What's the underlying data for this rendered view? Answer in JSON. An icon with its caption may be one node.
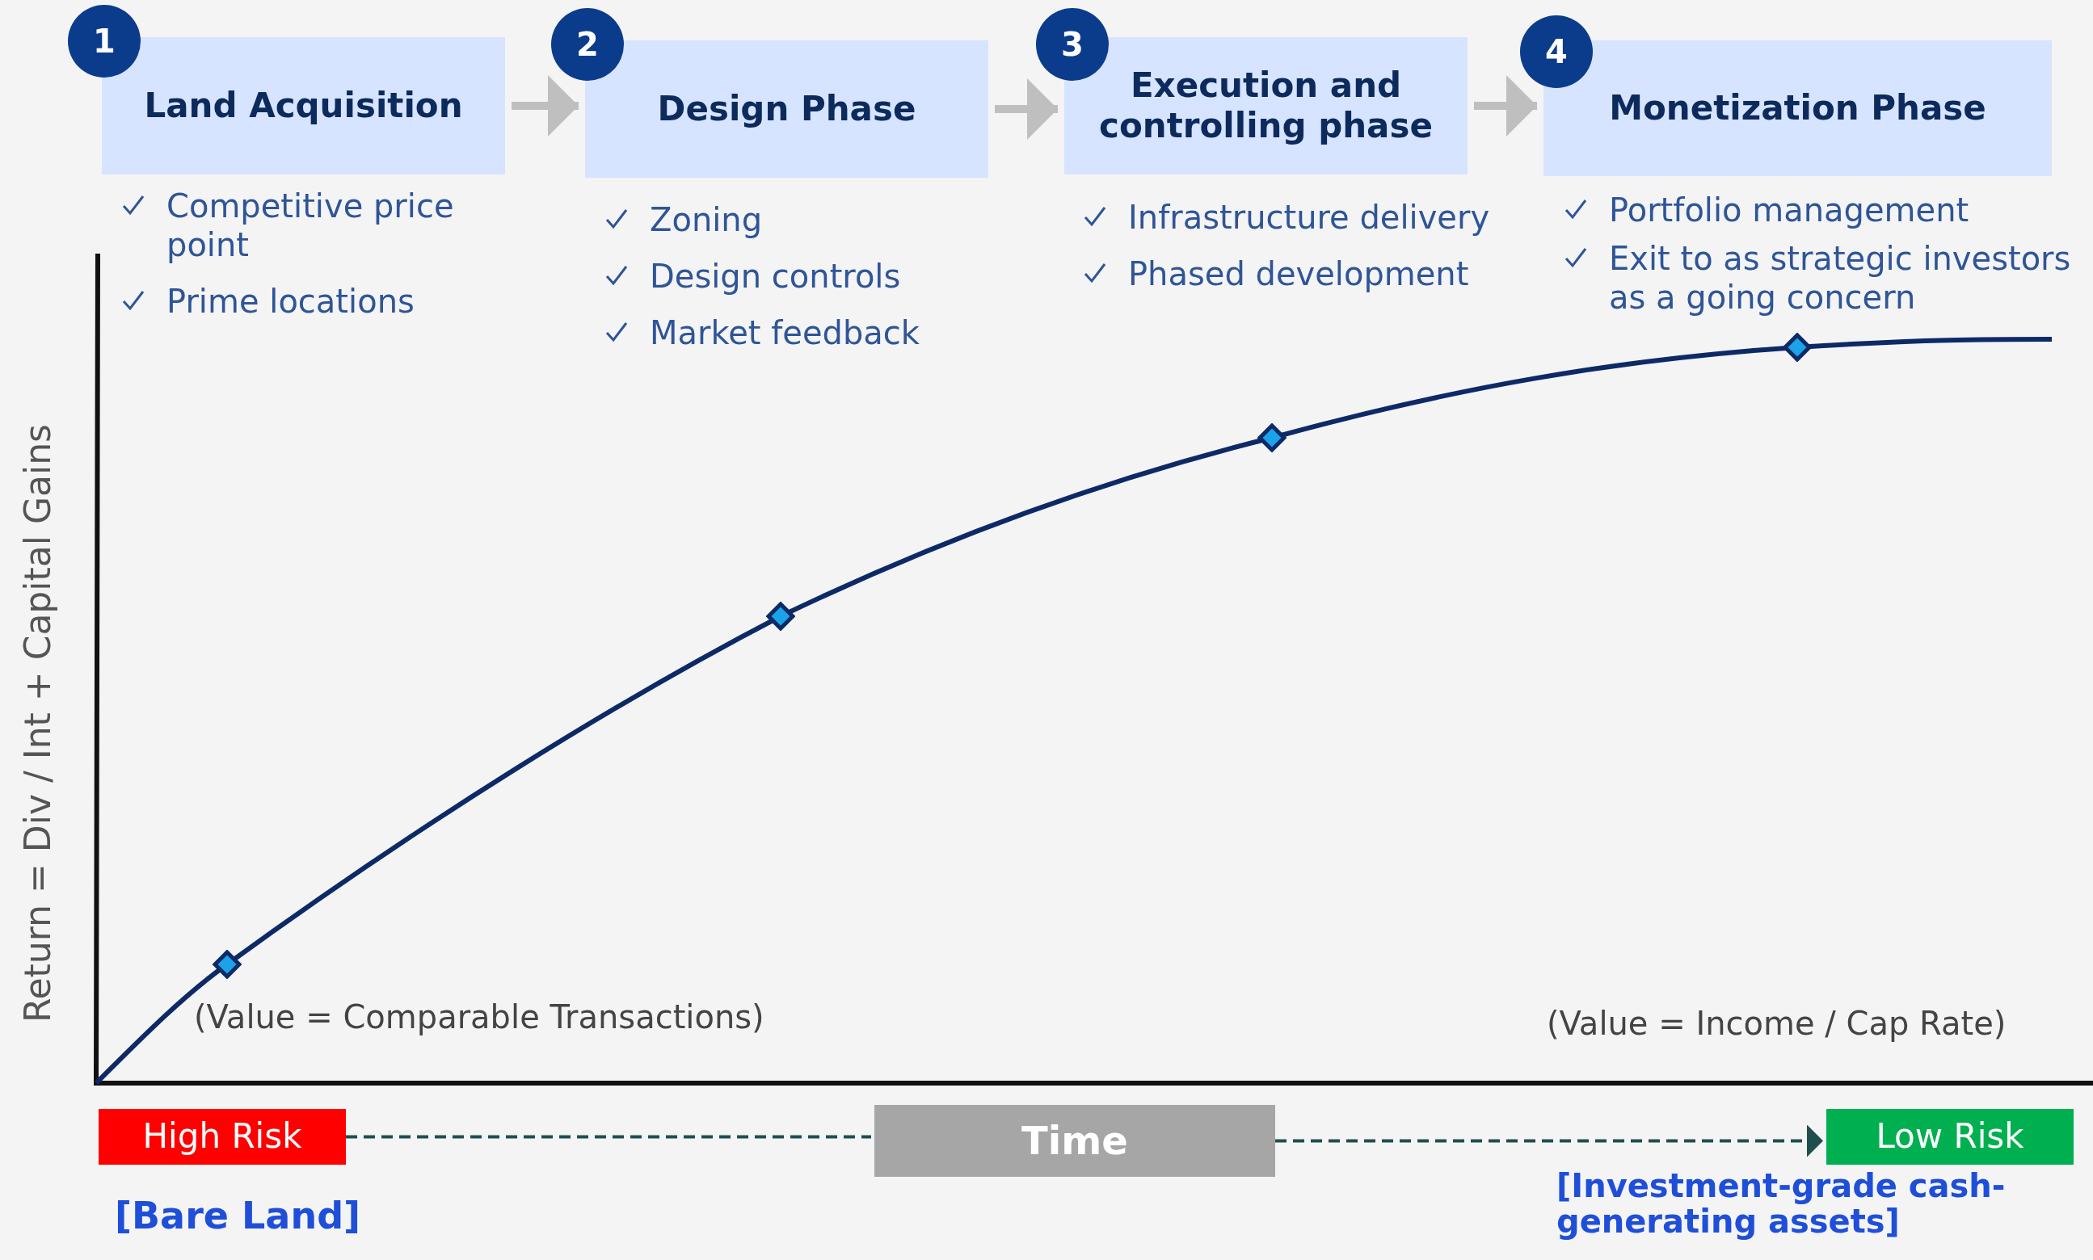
{
  "diagram": {
    "nodes": [
      {
        "text": [
          "1"
        ]
      },
      {
        "text": [
          "Land Acquisition"
        ],
        "beside": [
          "Competitive price point",
          "Prime locations"
        ]
      },
      {
        "text": [
          "2"
        ]
      },
      {
        "text": [
          "Design Phase"
        ],
        "beside": [
          "Zoning",
          "Design controls",
          "Market feedback"
        ]
      },
      {
        "text": [
          "3"
        ]
      },
      {
        "text": [
          "Execution and controlling phase"
        ],
        "beside": [
          "Infrastructure delivery",
          "Phased development"
        ]
      },
      {
        "text": [
          "4"
        ]
      },
      {
        "text": [
          "Monetization Phase"
        ],
        "beside": [
          "Portfolio management",
          "Exit to as strategic investors as a going concern"
        ]
      },
      {
        "text": [],
        "shape": "diamond"
      },
      {
        "text": [],
        "shape": "diamond"
      },
      {
        "text": [],
        "shape": "diamond"
      },
      {
        "text": [],
        "shape": "diamond"
      },
      {
        "text": [
          "High Risk"
        ]
      },
      {
        "text": [
          "Time"
        ]
      },
      {
        "text": [
          "Low Risk"
        ]
      }
    ],
    "edges": [
      {
        "from": 1,
        "to": 3,
        "arrow": "to"
      },
      {
        "from": 3,
        "to": 5,
        "arrow": "to"
      },
      {
        "from": 5,
        "to": 7,
        "arrow": "to"
      },
      {
        "from": 12,
        "to": 13,
        "arrow": "none",
        "style": "dashed",
        "color": "#1f4e4e"
      },
      {
        "from": 13,
        "to": 14,
        "arrow": "to",
        "style": "dashed",
        "color": "#1f4e4e"
      }
    ],
    "labels": [
      "Return = Div / Int + Capital Gains",
      "(Value = Comparable Transactions)",
      "(Value = Income / Cap Rate)",
      "[Bare Land]",
      "[Investment-grade cash-generating assets]"
    ]
  }
}
